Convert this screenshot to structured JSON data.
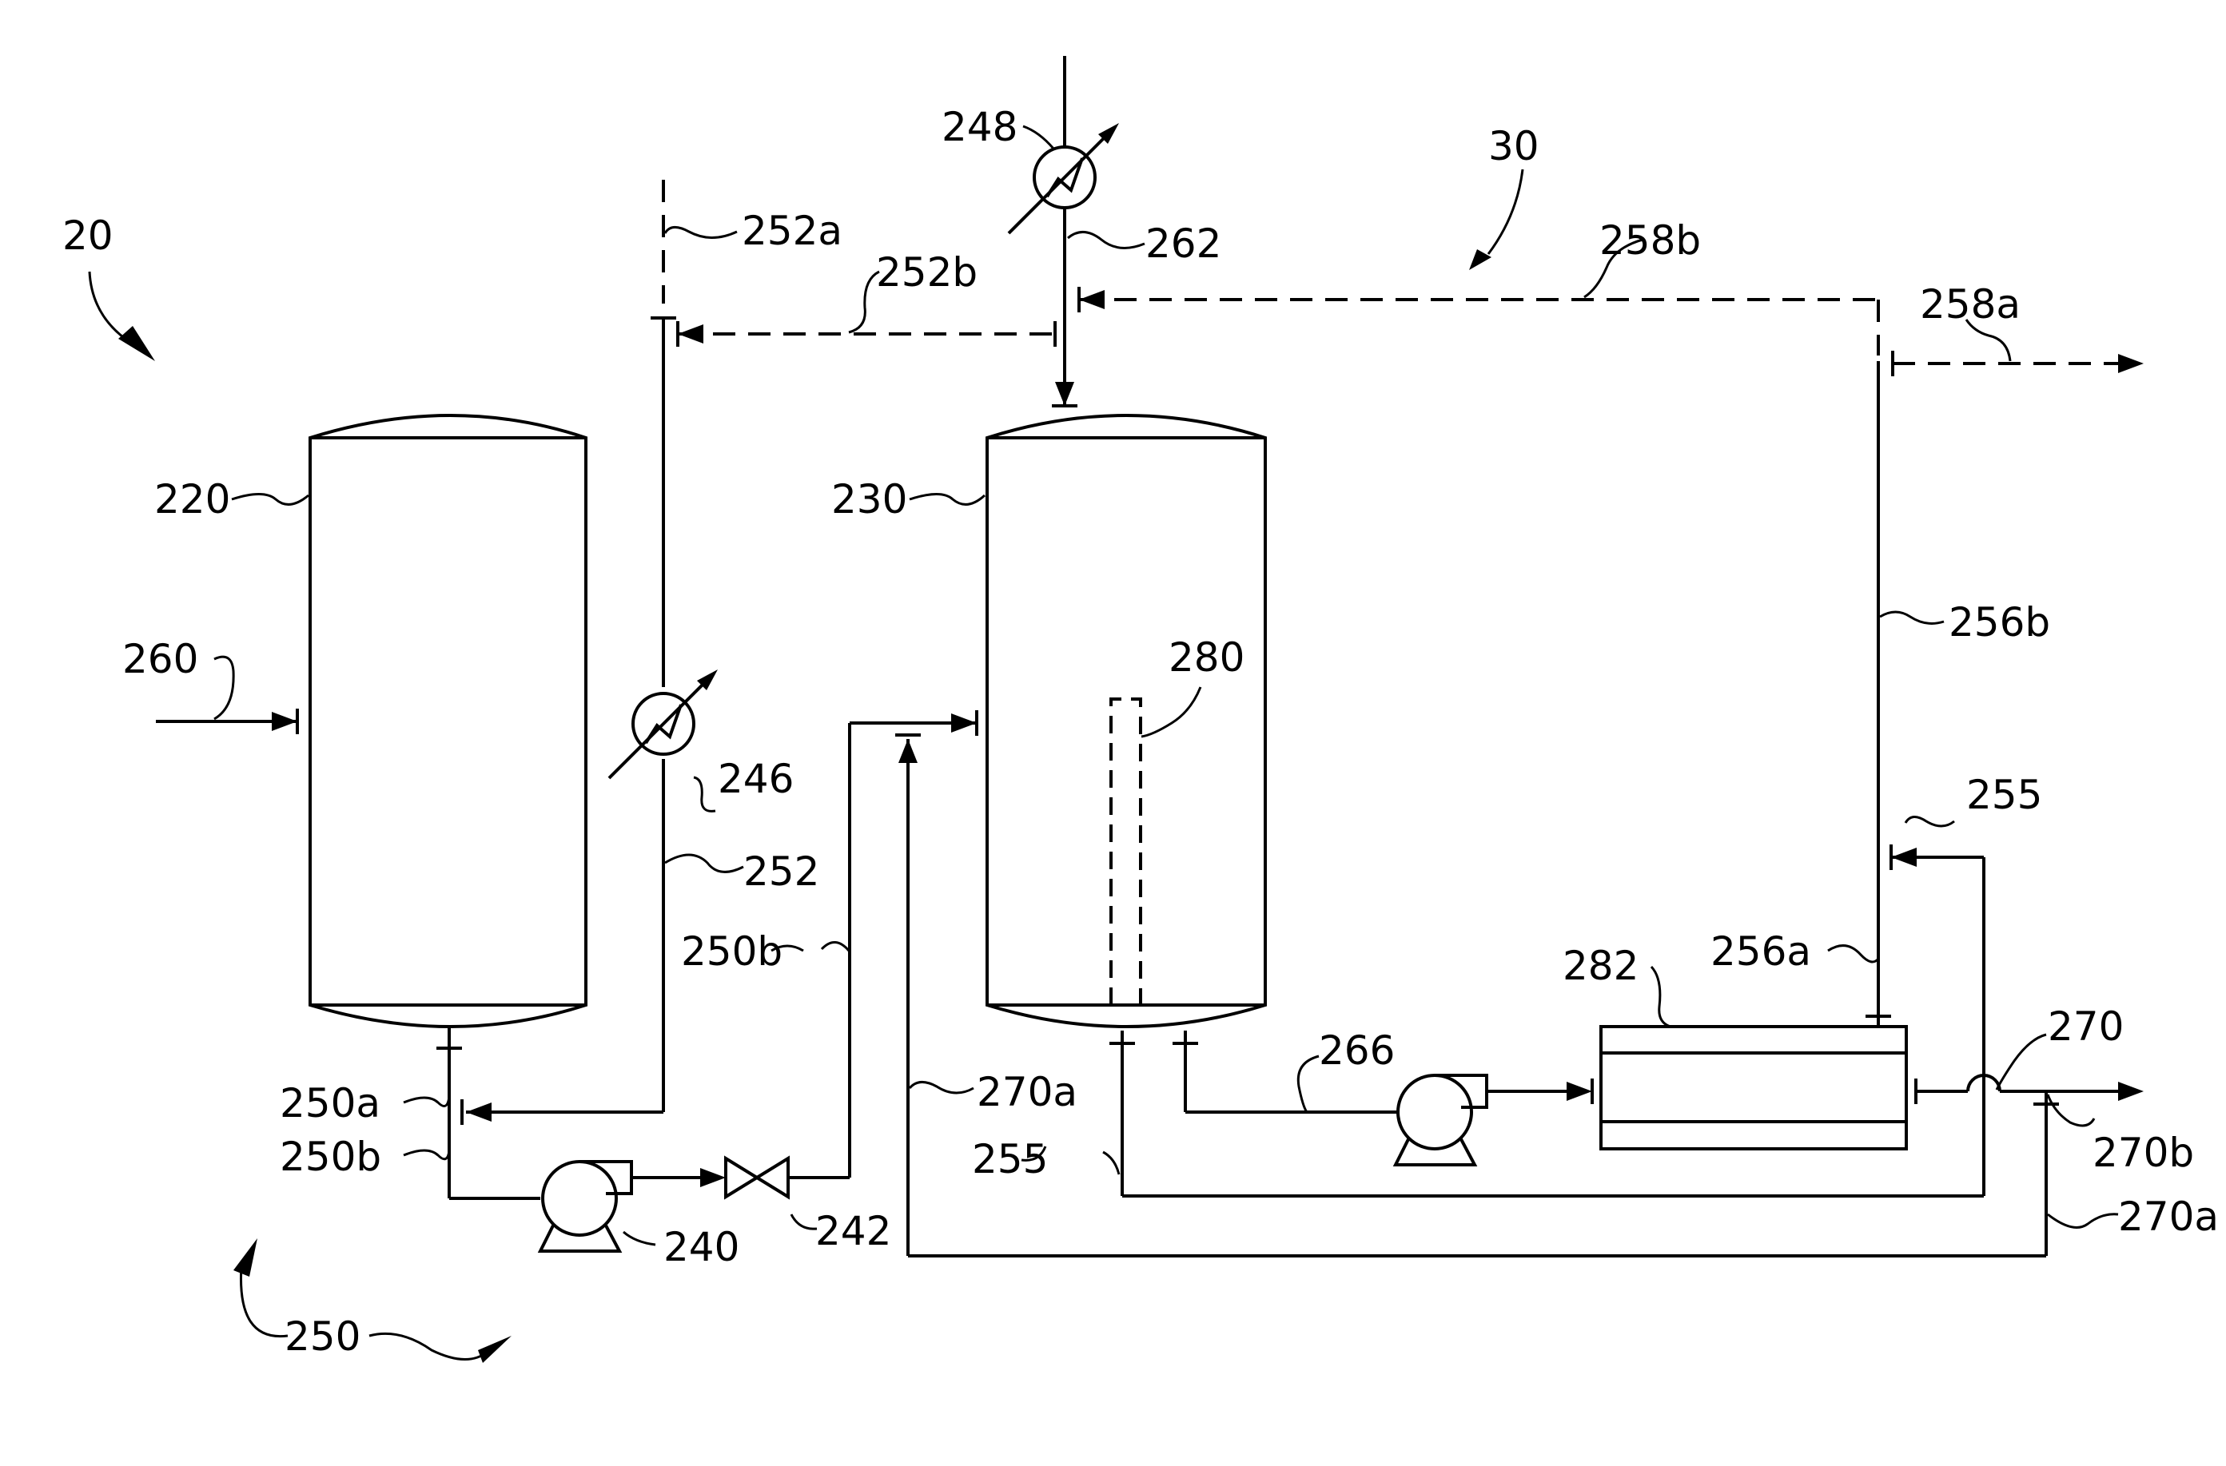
{
  "labels": {
    "system_20": "20",
    "system_30": "30",
    "vessel_220": "220",
    "vessel_230": "230",
    "pump_240": "240",
    "valve_242": "242",
    "exchanger_246": "246",
    "exchanger_248": "248",
    "line_250": "250",
    "line_250a": "250a",
    "line_250b_lower": "250b",
    "line_250b_upper": "250b",
    "line_252": "252",
    "line_252a": "252a",
    "line_252b": "252b",
    "line_255_left": "255",
    "line_255_right": "255",
    "line_256a": "256a",
    "line_256b": "256b",
    "line_258a": "258a",
    "line_258b": "258b",
    "line_260": "260",
    "line_262": "262",
    "line_266": "266",
    "line_270": "270",
    "line_270a_left": "270a",
    "line_270a_right": "270a",
    "line_270b": "270b",
    "internal_280": "280",
    "unit_282": "282"
  }
}
